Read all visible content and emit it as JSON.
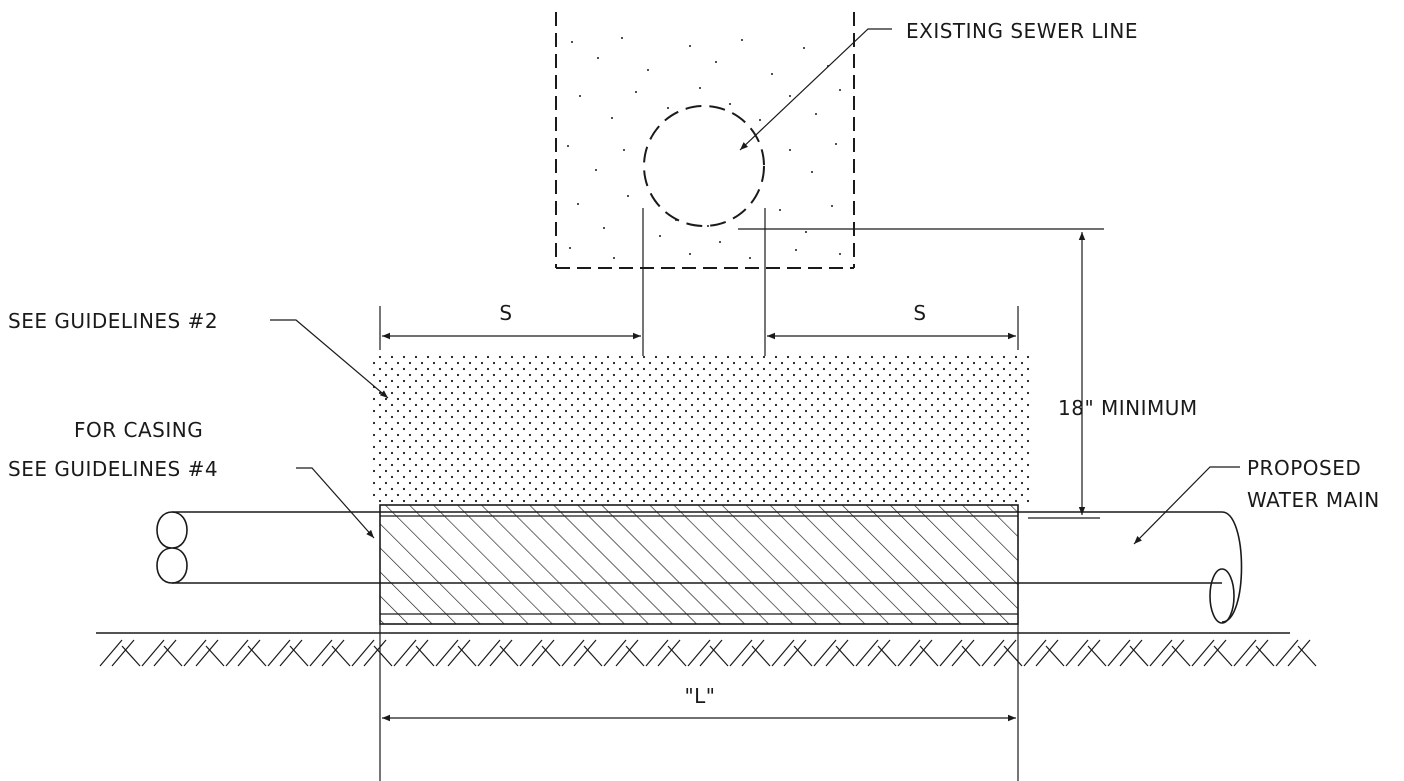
{
  "labels": {
    "existing_sewer_line": "EXISTING SEWER LINE",
    "see_guidelines_2": "SEE GUIDELINES #2",
    "for_casing": "FOR CASING",
    "see_guidelines_4": "SEE GUIDELINES #4",
    "proposed": "PROPOSED",
    "water_main": "WATER MAIN",
    "minimum_18": "18\" MINIMUM",
    "s_left": "S",
    "s_right": "S",
    "length_l": "\"L\""
  },
  "colors": {
    "ink": "#1a1a1a",
    "paper": "#ffffff"
  }
}
